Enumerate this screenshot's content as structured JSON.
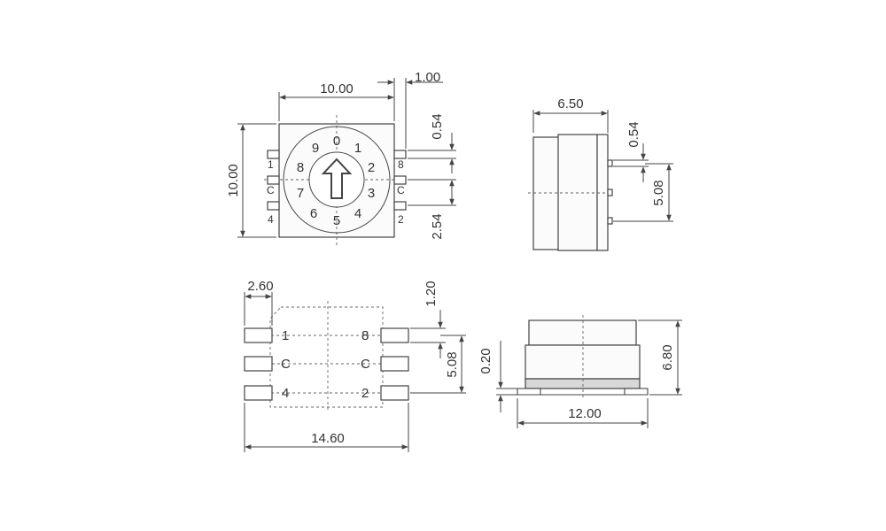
{
  "dimensions": {
    "top_width": "10.00",
    "top_pin_offset": "1.00",
    "top_height": "10.00",
    "top_pin_width": "0.54",
    "top_pin_pitch": "2.54",
    "side_depth": "6.50",
    "side_pin_width": "0.54",
    "side_pin_span": "5.08",
    "footprint_pad_length": "2.60",
    "footprint_pad_width": "1.20",
    "footprint_row_span": "5.08",
    "footprint_total_width": "14.60",
    "front_standoff": "0.20",
    "front_height": "6.80",
    "front_width": "12.00"
  },
  "pins": {
    "left": [
      "1",
      "C",
      "4"
    ],
    "right": [
      "8",
      "C",
      "2"
    ]
  },
  "dial_digits": [
    "0",
    "1",
    "2",
    "3",
    "4",
    "5",
    "6",
    "7",
    "8",
    "9"
  ]
}
